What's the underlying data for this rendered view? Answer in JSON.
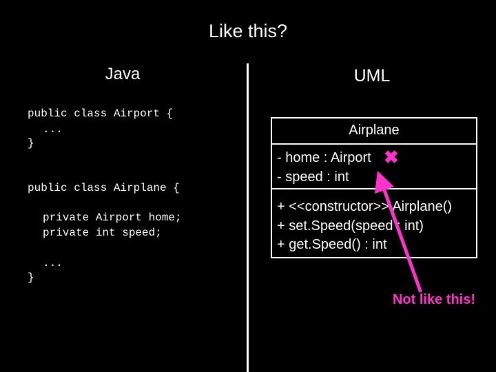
{
  "title": "Like this?",
  "java": {
    "heading": "Java",
    "airport_decl": "public class Airport {",
    "airport_body": "...",
    "close_brace": "}",
    "airplane_decl": "public class Airplane {",
    "field_home": "private Airport home;",
    "field_speed": "private int speed;",
    "airplane_body": "...",
    "airplane_close": "}"
  },
  "uml": {
    "heading": "UML",
    "class_name": "Airplane",
    "attributes": [
      "- home : Airport",
      "- speed : int"
    ],
    "operations": [
      "+ <<constructor>> Airplane()",
      "+ set.Speed(speed : int)",
      "+ get.Speed() : int"
    ]
  },
  "annotation": {
    "text": "Not like this!",
    "color": "#ff33cc",
    "mark_icon": "cross-mark-icon"
  }
}
